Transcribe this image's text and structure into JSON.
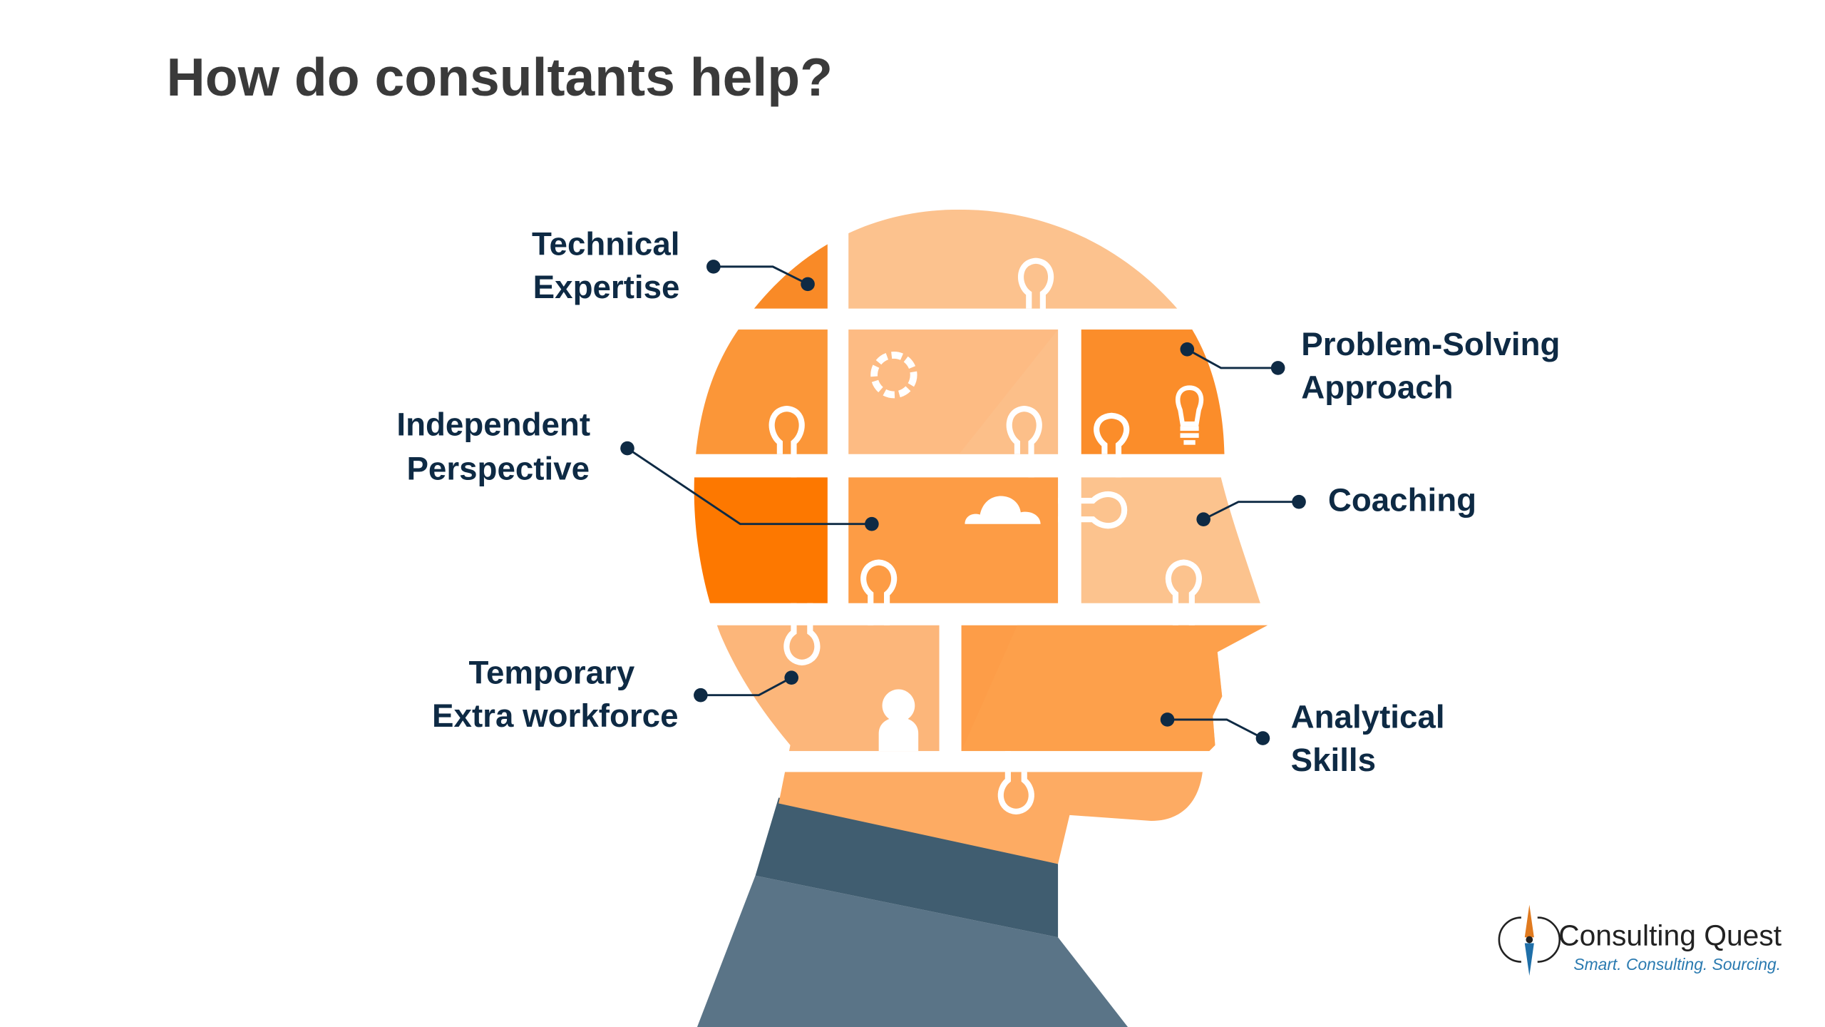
{
  "title": "How do consultants help?",
  "labels": {
    "technical": [
      "Technical",
      "Expertise"
    ],
    "problem_solving": [
      "Problem-Solving",
      "Approach"
    ],
    "independent": [
      "Independent",
      "Perspective"
    ],
    "coaching": [
      "Coaching"
    ],
    "temporary": [
      "Temporary",
      "Extra workforce"
    ],
    "analytical": [
      "Analytical",
      "Skills"
    ]
  },
  "icons": [
    "gear-icon",
    "lightbulb-icon",
    "cloud-icon",
    "person-icon"
  ],
  "colors": {
    "label_text": "#0e2a44",
    "orange_dark": "#fd7800",
    "orange_mid": "#fb9638",
    "orange_light": "#fcc28e",
    "shirt": "#5a7487",
    "collar": "#405d70"
  },
  "logo": {
    "name": "Consulting Quest",
    "tagline": "Smart. Consulting. Sourcing."
  }
}
